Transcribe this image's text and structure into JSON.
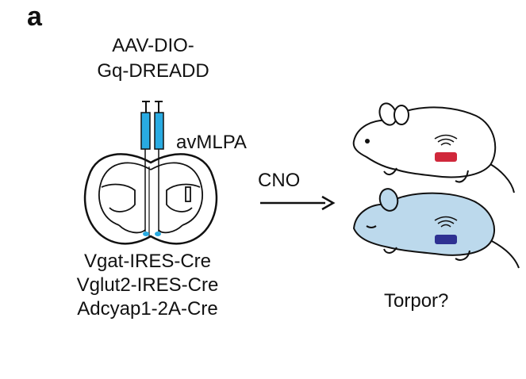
{
  "panel_label": "a",
  "virus": {
    "line1": "AAV-DIO-",
    "line2": "Gq-DREADD"
  },
  "target_region": "avMLPA",
  "treatment": "CNO",
  "mouse_lines": [
    "Vgat-IRES-Cre",
    "Vglut2-IRES-Cre",
    "Adcyap1-2A-Cre"
  ],
  "outcome": "Torpor?",
  "colors": {
    "injection": "#29abe2",
    "torpid_mouse": "#bcd9ec",
    "normal_mouse": "#ffffff",
    "probe_warm": "#d0283b",
    "probe_cold": "#2e3192",
    "ink": "#111111"
  }
}
